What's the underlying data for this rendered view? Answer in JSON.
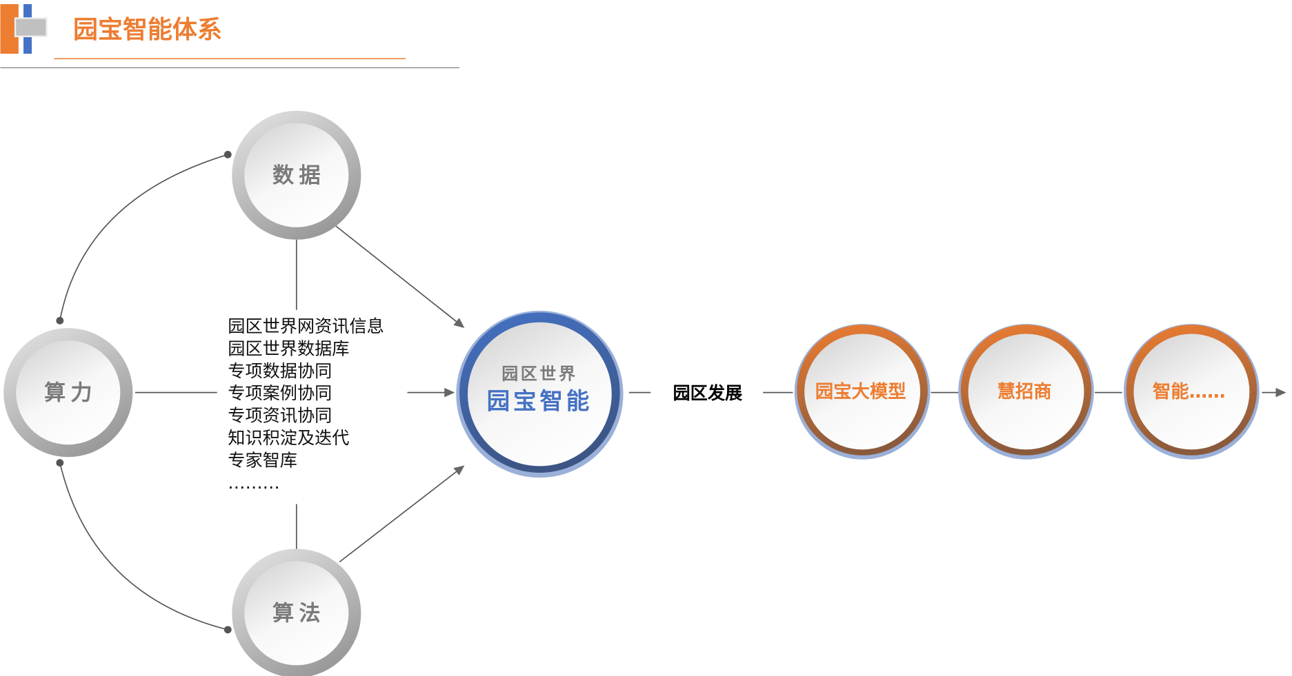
{
  "header": {
    "title": "园宝智能体系"
  },
  "nodes": {
    "data": "数据",
    "compute": "算力",
    "algorithm": "算法"
  },
  "center": {
    "subtitle": "园区世界",
    "title": "园宝智能"
  },
  "resource_list": [
    "园区世界网资讯信息",
    "园区世界数据库",
    "专项数据协同",
    "专项案例协同",
    "专项资讯协同",
    "知识积淀及迭代",
    "专家智库",
    "………"
  ],
  "development_label": "园区发展",
  "stages": [
    "园宝大模型",
    "慧招商",
    "智能……"
  ],
  "colors": {
    "orange": "#ED7D31",
    "blue": "#4472C4",
    "gray": "#A6A6A6"
  }
}
